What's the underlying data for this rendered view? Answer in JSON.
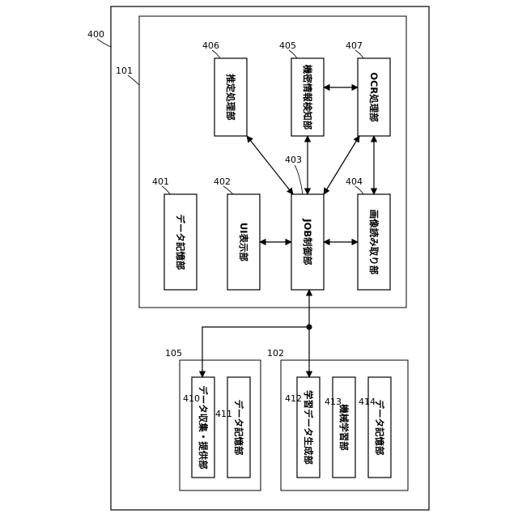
{
  "frame": {
    "ref": "400"
  },
  "groups": [
    {
      "key": "device",
      "ref": "101"
    },
    {
      "key": "data_server",
      "ref": "105"
    },
    {
      "key": "learning_server",
      "ref": "102"
    }
  ],
  "blocks": [
    {
      "key": "estimation",
      "ref": "406",
      "label": "推定処理部"
    },
    {
      "key": "secret_detect",
      "ref": "405",
      "label": "機密情報検知部"
    },
    {
      "key": "ocr",
      "ref": "407",
      "label": "OCR処理部"
    },
    {
      "key": "data_store_401",
      "ref": "401",
      "label": "データ記憶部"
    },
    {
      "key": "ui_display",
      "ref": "402",
      "label": "UI表示部"
    },
    {
      "key": "job_control",
      "ref": "403",
      "label": "JOB制御部"
    },
    {
      "key": "image_reading",
      "ref": "404",
      "label": "画像読み取り部"
    },
    {
      "key": "data_collect",
      "ref": "410",
      "label": "データ収集・提供部"
    },
    {
      "key": "data_store_411",
      "ref": "411",
      "label": "データ記憶部"
    },
    {
      "key": "training_data_gen",
      "ref": "412",
      "label": "学習データ生成部"
    },
    {
      "key": "machine_learning",
      "ref": "413",
      "label": "機械学習部"
    },
    {
      "key": "data_store_414",
      "ref": "414",
      "label": "データ記憶部"
    }
  ],
  "connections": [
    {
      "from": "job_control",
      "to": "estimation",
      "style": "bidirectional"
    },
    {
      "from": "job_control",
      "to": "secret_detect",
      "style": "bidirectional"
    },
    {
      "from": "job_control",
      "to": "ocr",
      "style": "bidirectional"
    },
    {
      "from": "secret_detect",
      "to": "ocr",
      "style": "bidirectional"
    },
    {
      "from": "ocr",
      "to": "image_reading",
      "style": "bidirectional"
    },
    {
      "from": "ui_display",
      "to": "job_control",
      "style": "bidirectional"
    },
    {
      "from": "job_control",
      "to": "image_reading",
      "style": "bidirectional"
    },
    {
      "from": "job_control",
      "to": "network_junction",
      "style": "arrow-to-job"
    },
    {
      "from": "network_junction",
      "to": "data_collect",
      "style": "arrow"
    },
    {
      "from": "network_junction",
      "to": "training_data_gen",
      "style": "arrow"
    }
  ],
  "colors": {
    "line": "#000000",
    "background": "#ffffff"
  }
}
